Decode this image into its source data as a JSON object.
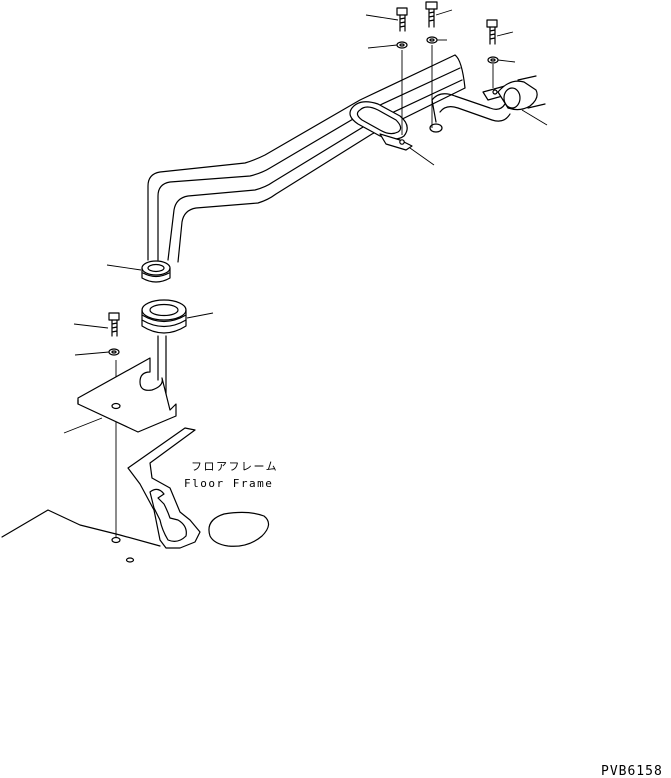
{
  "labels": {
    "floor_frame_jp": "フロアフレーム",
    "floor_frame_en": "Floor Frame"
  },
  "figure_code": "PVB6158"
}
